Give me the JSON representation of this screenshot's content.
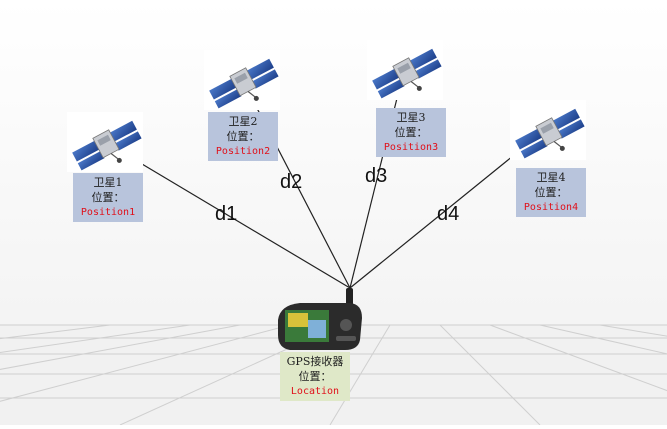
{
  "satellites": [
    {
      "name": "卫星1",
      "pos_label": "位置：",
      "position": "Position1"
    },
    {
      "name": "卫星2",
      "pos_label": "位置：",
      "position": "Position2"
    },
    {
      "name": "卫星3",
      "pos_label": "位置：",
      "position": "Position3"
    },
    {
      "name": "卫星4",
      "pos_label": "位置：",
      "position": "Position4"
    }
  ],
  "distances": [
    "d1",
    "d2",
    "d3",
    "d4"
  ],
  "receiver": {
    "name": "GPS接收器",
    "pos_label": "位置：",
    "position": "Location"
  },
  "colors": {
    "position_text": "#e0101a",
    "sat_label_bg": "#b8c4dc",
    "rx_label_bg": "#dfe8c8"
  }
}
